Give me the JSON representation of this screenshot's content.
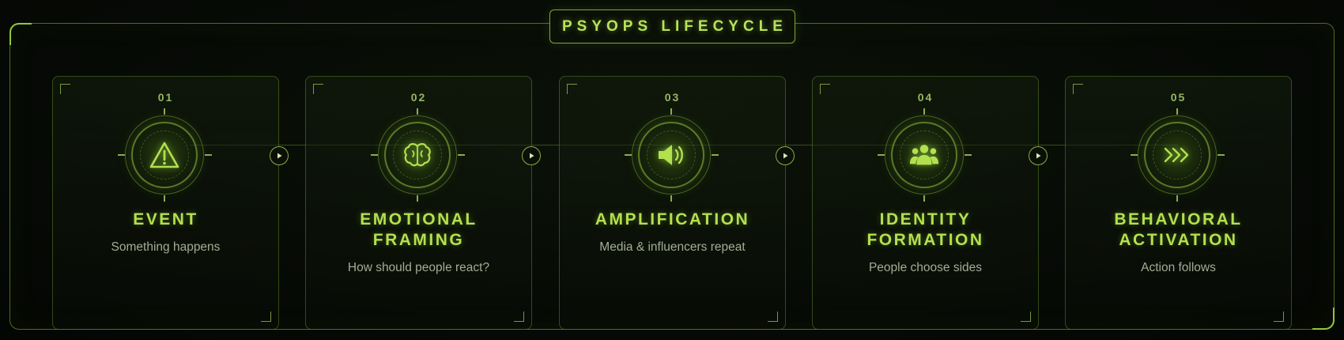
{
  "title": "PSYOPS LIFECYCLE",
  "steps": [
    {
      "number": "01",
      "title": "EVENT",
      "description": "Something happens",
      "icon": "warning-triangle-icon"
    },
    {
      "number": "02",
      "title": "EMOTIONAL\nFRAMING",
      "description": "How should people react?",
      "icon": "brain-icon"
    },
    {
      "number": "03",
      "title": "AMPLIFICATION",
      "description": "Media & influencers repeat",
      "icon": "speaker-icon"
    },
    {
      "number": "04",
      "title": "IDENTITY\nFORMATION",
      "description": "People choose sides",
      "icon": "group-icon"
    },
    {
      "number": "05",
      "title": "BEHAVIORAL\nACTIVATION",
      "description": "Action follows",
      "icon": "chevrons-right-icon"
    }
  ],
  "colors": {
    "accent": "#b3e04f",
    "muted_text": "#a4ad95",
    "background": "#060905"
  }
}
